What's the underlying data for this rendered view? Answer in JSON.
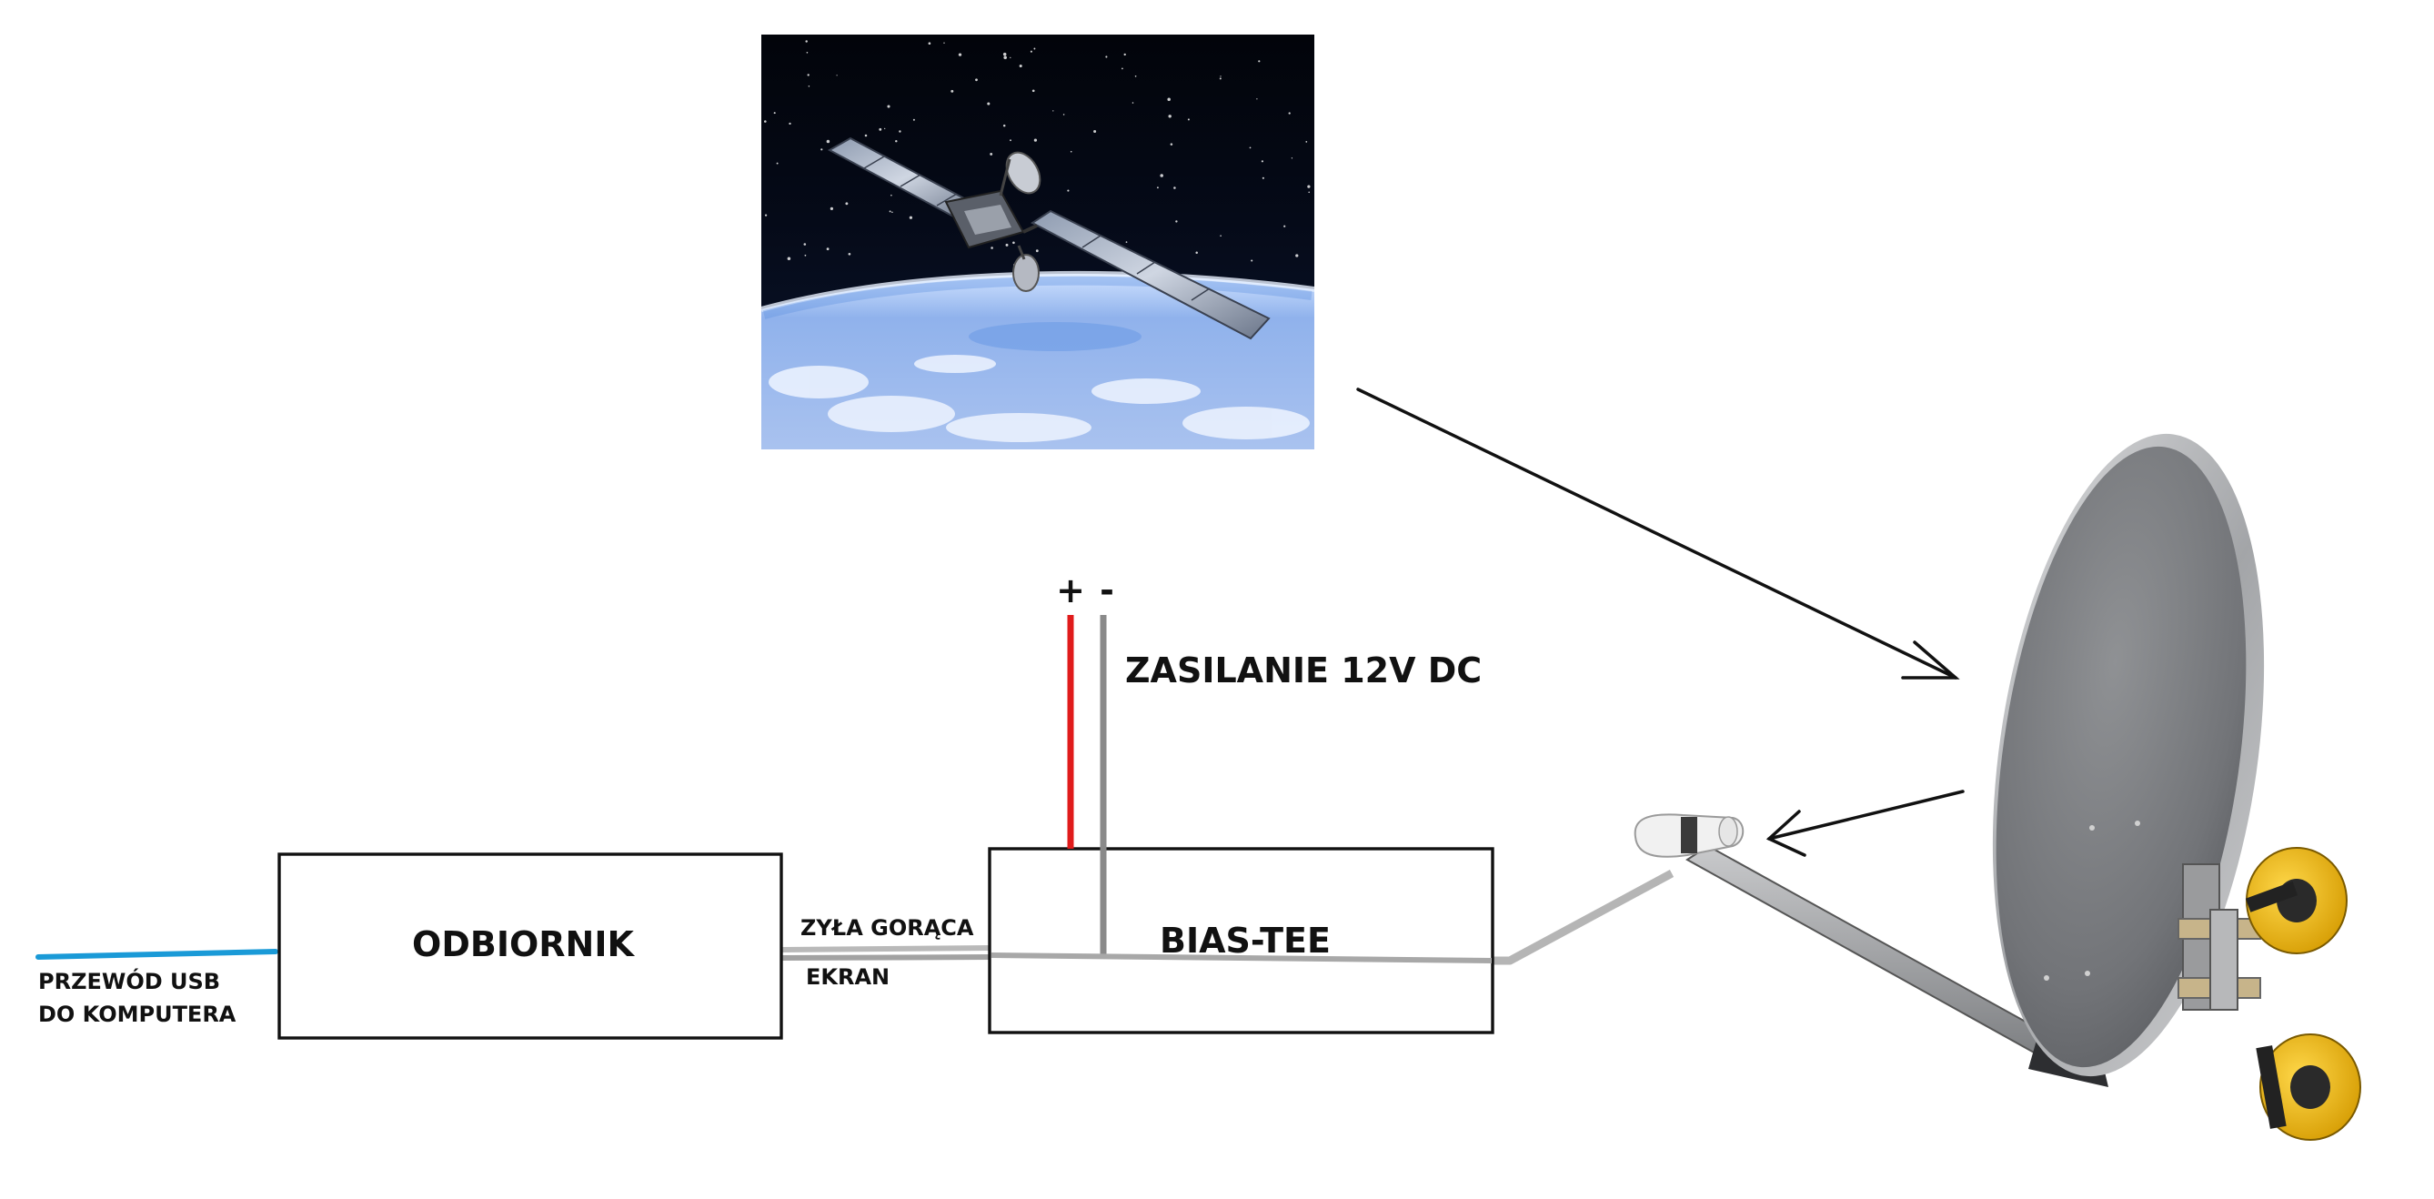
{
  "labels": {
    "receiver": "ODBIORNIK",
    "bias_tee": "BIAS-TEE",
    "usb_line1": "PRZEWÓD USB",
    "usb_line2": "DO KOMPUTERA",
    "hot_wire": "ZYŁA GORĄCA",
    "shield": "EKRAN",
    "power": "ZASILANIE 12V DC",
    "plus": "+",
    "minus": "-"
  },
  "colors": {
    "usb_cable": "#1a9ad7",
    "positive_wire": "#e01b1b",
    "negative_wire": "#8a8a8a",
    "coax": "#b9b9b9",
    "outline": "#111111"
  },
  "icons": {
    "satellite": "satellite-in-orbit-photo",
    "dish": "satellite-dish-with-lnb-photo"
  }
}
